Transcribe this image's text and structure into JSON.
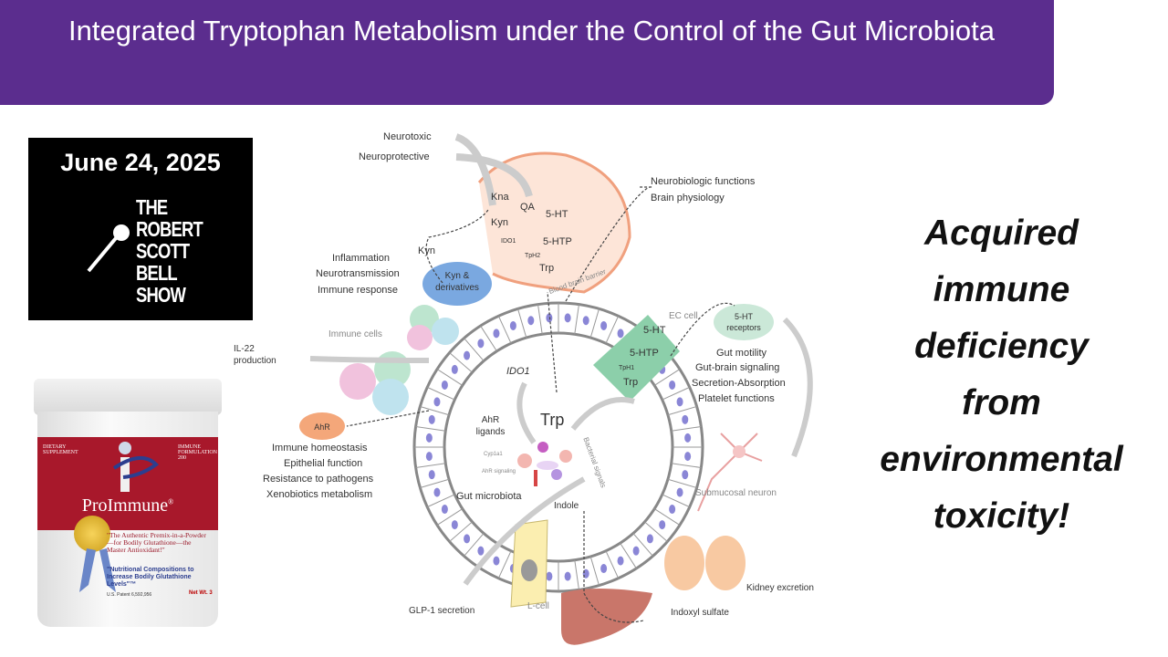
{
  "header": {
    "title": "Integrated Tryptophan Metabolism under the Control of the Gut Microbiota",
    "color": "#5b2d8e"
  },
  "show": {
    "date": "June 24, 2025",
    "name_lines": [
      "THE",
      "ROBERT",
      "SCOTT",
      "BELL",
      "SHOW"
    ],
    "icon": "microphone-icon"
  },
  "product": {
    "brand": "ProImmune",
    "registered": "®",
    "left_label": "DIETARY SUPPLEMENT",
    "right_label": "IMMUNE FORMULATION 200",
    "tagline": "\"The Authentic Premix-in-a-Powder—for Bodily Glutathione—the Master Antioxidant!\"",
    "subtagline": "\"Nutritional Compositions to Increase Bodily Glutathione Levels\"™",
    "patent": "U.S. Patent 6,592,956",
    "net_wt": "Net Wt. 3",
    "band_color": "#a8182b"
  },
  "diagram": {
    "labels": {
      "neurotoxic": "Neurotoxic",
      "neuroprotective": "Neuroprotective",
      "kna": "Kna",
      "qa": "QA",
      "kyn_brain": "Kyn",
      "ido1_brain": "IDO1",
      "ht5_brain": "5-HT",
      "htp5_brain": "5-HTP",
      "tph2_brain": "TpH2",
      "trp_brain": "Trp",
      "neurobiologic": "Neurobiologic functions",
      "brain_physiology": "Brain physiology",
      "bbb": "Blood brain barrier",
      "kyn_blood": "Kyn",
      "inflammation": "Inflammation",
      "neurotransmission": "Neurotransmission",
      "immune_response": "Immune response",
      "kyn_derivatives": "Kyn & derivatives",
      "immune_cells": "Immune cells",
      "il22": "IL-22 production",
      "ahr_small": "AhR",
      "ec_cell": "EC cell",
      "ht5_ec": "5-HT",
      "htp5_ec": "5-HTP",
      "tph1": "TpH1",
      "trp_ec": "Trp",
      "ht5_receptors": "5-HT receptors",
      "gut_motility": "Gut motility",
      "gut_brain": "Gut-brain signaling",
      "secretion": "Secretion-Absorption",
      "platelet": "Platelet functions",
      "ido1_gut": "IDO1",
      "trp_center": "Trp",
      "ahr": "AhR",
      "ahr_ligands": "AhR ligands",
      "cyp1a1": "Cyp1a1",
      "ahr_signaling": "AhR signaling",
      "immune_homeostasis": "Immune homeostasis",
      "epithelial": "Epithelial function",
      "resistance": "Resistance to pathogens",
      "xenobiotics": "Xenobiotics metabolism",
      "gut_microbiota": "Gut microbiota",
      "indole": "Indole",
      "bacterial_signals": "Bacterial signals",
      "submucosal": "Submucosal neuron",
      "l_cell": "L-cell",
      "glp1": "GLP-1 secretion",
      "indoxyl": "Indoxyl sulfate",
      "kidney": "Kidney excretion"
    }
  },
  "message": {
    "lines": [
      "Acquired",
      "immune",
      "deficiency",
      "from",
      "environmental",
      "toxicity!"
    ]
  }
}
